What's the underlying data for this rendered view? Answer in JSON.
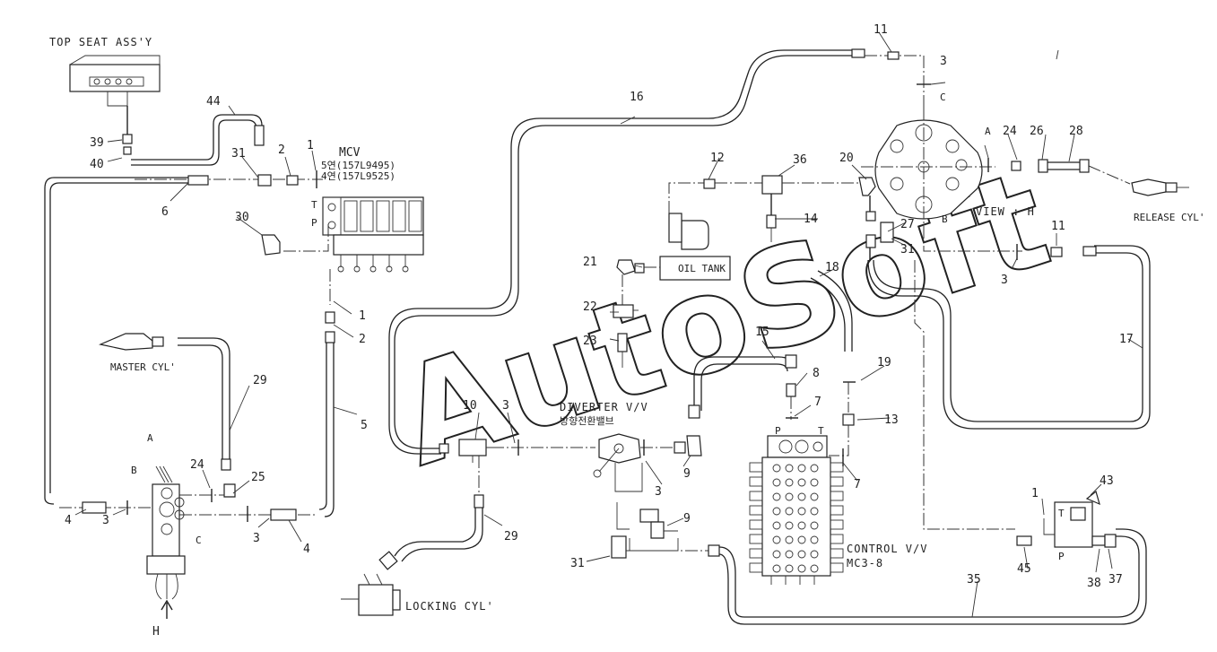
{
  "watermark": "AutoSoft",
  "labels": {
    "top_seat": "TOP SEAT ASS'Y",
    "mcv": "MCV",
    "mcv_5": "5연(157L9495)",
    "mcv_4": "4연(157L9525)",
    "master_cyl": "MASTER CYL'",
    "diverter": "DIVERTER V/V",
    "diverter_kr": "방향전환밸브",
    "locking_cyl": "LOCKING CYL'",
    "control_vv": "CONTROL V/V",
    "control_model": "MC3-8",
    "oil_tank": "OIL TANK",
    "view_h": "VIEW : H",
    "release_cyl": "RELEASE CYL'",
    "port_t": "T",
    "port_p": "P",
    "tag_a": "A",
    "tag_b": "B",
    "tag_c": "C",
    "tag_h": "H"
  },
  "callouts": {
    "c1": "1",
    "c2": "2",
    "c3": "3",
    "c4": "4",
    "c5": "5",
    "c6": "6",
    "c7": "7",
    "c8": "8",
    "c9": "9",
    "c10": "10",
    "c11": "11",
    "c12": "12",
    "c13": "13",
    "c14": "14",
    "c15": "15",
    "c16": "16",
    "c17": "17",
    "c18": "18",
    "c19": "19",
    "c20": "20",
    "c21": "21",
    "c22": "22",
    "c23": "23",
    "c24": "24",
    "c25": "25",
    "c26": "26",
    "c27": "27",
    "c28": "28",
    "c29": "29",
    "c30": "30",
    "c31": "31",
    "c35": "35",
    "c36": "36",
    "c37": "37",
    "c38": "38",
    "c39": "39",
    "c40": "40",
    "c43": "43",
    "c44": "44",
    "c45": "45"
  }
}
